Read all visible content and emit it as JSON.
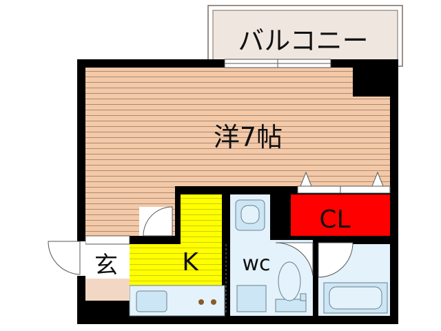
{
  "floor_plan": {
    "labels": {
      "balcony": "バルコニー",
      "western_room": "洋7帖",
      "closet": "CL",
      "kitchen": "K",
      "toilet_bath": "wc",
      "entrance": "玄"
    },
    "colors": {
      "wall": "#000000",
      "wood_floor": "#f4c9a8",
      "wood_line": "#a88a74",
      "balcony_fill": "#efe7df",
      "kitchen_yellow": "#ffff00",
      "kitchen_stripe": "#cccc00",
      "closet_red": "#ff0000",
      "wet_area": "#e3f2fb",
      "fixture_fill": "#cde6f5",
      "fixture_stroke": "#6a7d8a",
      "entrance_floor": "#f2d8c4"
    }
  }
}
